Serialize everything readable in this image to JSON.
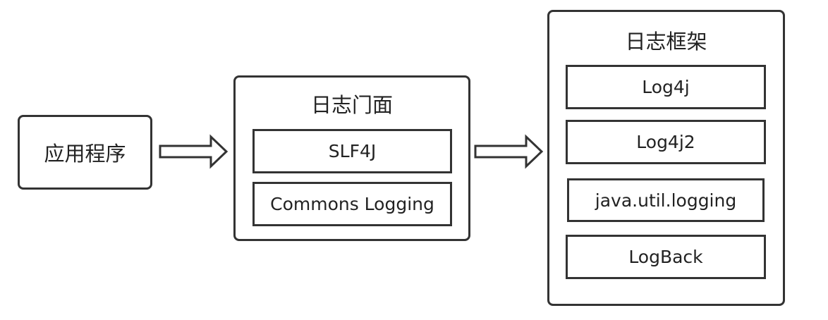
{
  "app": {
    "label": "应用程序"
  },
  "facade": {
    "title": "日志门面",
    "items": [
      "SLF4J",
      "Commons Logging"
    ]
  },
  "framework": {
    "title": "日志框架",
    "items": [
      "Log4j",
      "Log4j2",
      "java.util.logging",
      "LogBack"
    ]
  },
  "colors": {
    "stroke": "#333333",
    "background": "#ffffff",
    "text": "#222222"
  }
}
